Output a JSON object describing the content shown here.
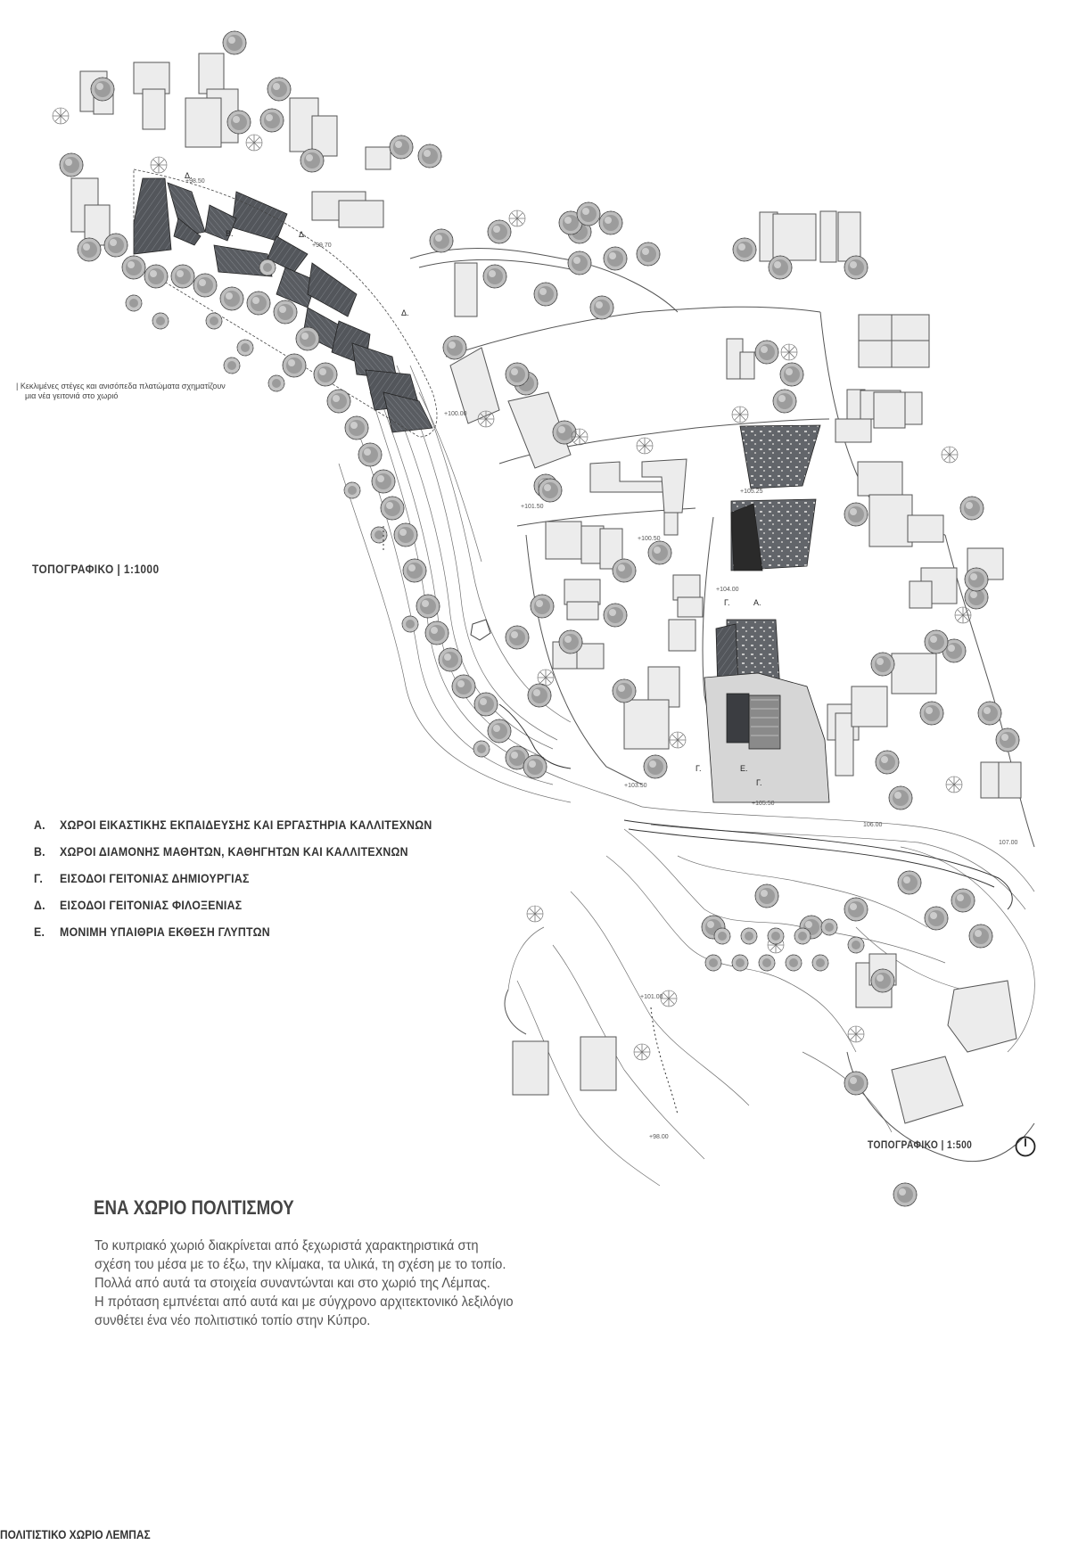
{
  "scales": {
    "top": "ΤΟΠΟΓΡΑΦΙΚΟ | 1:1000",
    "bottom": "ΤΟΠΟΓΡΑΦΙΚΟ | 1:500"
  },
  "caption": {
    "line1": "| Κεκλιμένες στέγες και ανισόπεδα πλατώματα σχηματίζουν",
    "line2": "μια νέα γειτονιά στο χωριό"
  },
  "legend": [
    {
      "key": "Α.",
      "text": "ΧΩΡΟΙ ΕΙΚΑΣΤΙΚΗΣ ΕΚΠΑΙΔΕΥΣΗΣ ΚΑΙ ΕΡΓΑΣΤΗΡΙΑ ΚΑΛΛΙΤΕΧΝΩΝ"
    },
    {
      "key": "Β.",
      "text": "ΧΩΡΟΙ ΔΙΑΜΟΝΗΣ ΜΑΘΗΤΩΝ, ΚΑΘΗΓΗΤΩΝ ΚΑΙ ΚΑΛΛΙΤΕΧΝΩΝ"
    },
    {
      "key": "Γ.",
      "text": "ΕΙΣΟΔΟΙ ΓΕΙΤΟΝΙΑΣ ΔΗΜΙΟΥΡΓΙΑΣ"
    },
    {
      "key": "Δ.",
      "text": "ΕΙΣΟΔΟΙ ΓΕΙΤΟΝΙΑΣ ΦΙΛΟΞΕΝΙΑΣ"
    },
    {
      "key": "Ε.",
      "text": "ΜΟΝΙΜΗ ΥΠΑΙΘΡΙΑ ΕΚΘΕΣΗ ΓΛΥΠΤΩΝ"
    }
  ],
  "plan_marks": {
    "delta": "Δ.",
    "beta": "Β.",
    "alpha": "Α.",
    "gamma": "Γ.",
    "epsilon": "Ε."
  },
  "elevations": [
    "+98.50",
    "+99.70",
    "+100.00",
    "+105.25",
    "+101.50",
    "+100.50",
    "+104.00",
    "+105.50",
    "+103.50",
    "106.00",
    "107.00",
    "+101.00",
    "+98.00"
  ],
  "heading": "ΕΝΑ ΧΩΡΙΟ ΠΟΛΙΤΙΣΜΟΥ",
  "paragraph": [
    "Το κυπριακό χωριό διακρίνεται από ξεχωριστά χαρακτηριστικά στη",
    "σχέση του μέσα με το έξω, την κλίμακα, τα υλικά, τη σχέση με το τοπίο.",
    "Πολλά από αυτά τα στοιχεία συναντώνται και στο χωριό της Λέμπας.",
    "Η πρόταση εμπνέεται από αυτά και με σύγχρονο αρχιτεκτονικό λεξιλόγιο",
    "συνθέτει ένα νέο πολιτιστικό τοπίο στην Κύπρο."
  ],
  "footer": "ΠΟΛΙΤΙΣΤΙΚΟ ΧΩΡΙΟ ΛΕΜΠΑΣ",
  "colors": {
    "ink": "#333333",
    "roof": "#4a4d52",
    "building": "#ececec",
    "tree": "#9a9a9a",
    "contour": "#777777"
  },
  "icons": {
    "north": "north-arrow-icon"
  }
}
